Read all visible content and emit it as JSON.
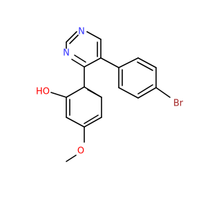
{
  "molecule": {
    "atoms": {
      "n_top": "N",
      "n_left": "N",
      "oh": "HO",
      "o_methoxy": "O",
      "br": "Br"
    },
    "colors": {
      "bond": "#000000",
      "nitrogen": "#3333ff",
      "oxygen": "#ff0000",
      "bromine": "#a52a2a"
    }
  }
}
